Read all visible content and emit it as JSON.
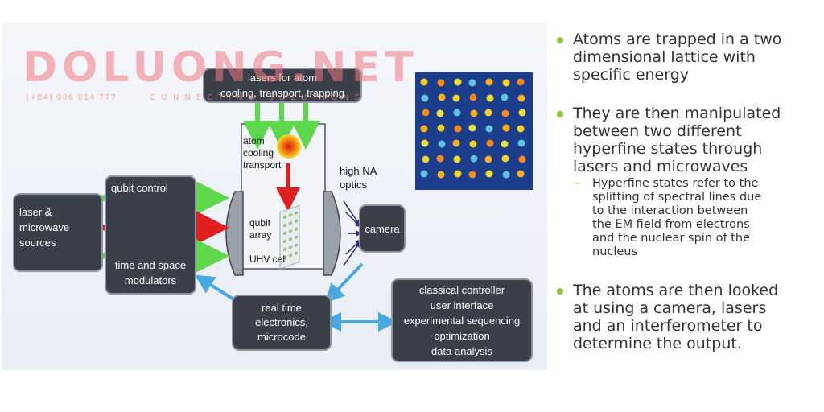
{
  "watermark": {
    "title": "DOLUONG.NET",
    "phone": "(+84) 906 814 777",
    "tagline": "CONNECTING SOLUTIONS"
  },
  "diagram": {
    "lasers_box": [
      "lasers for atom",
      "cooling, transport, trapping"
    ],
    "sources_box": [
      "laser &",
      "microwave",
      "sources"
    ],
    "qubit_control": "qubit control",
    "modulators": [
      "time and space",
      "modulators"
    ],
    "cell_label_top": [
      "atom",
      "cooling",
      "transport"
    ],
    "qubit_array": [
      "qubit",
      "array"
    ],
    "uhv_cell": "UHV cell",
    "optics": [
      "high NA",
      "optics"
    ],
    "camera": "camera",
    "electronics": [
      "real time",
      "electronics,",
      "microcode"
    ],
    "controller": [
      "classical controller",
      "user interface",
      "experimental sequencing",
      "optimization",
      "data analysis"
    ]
  },
  "bullets": [
    {
      "lines": [
        "Atoms are trapped in a two",
        "dimensional lattice with",
        "specific energy"
      ]
    },
    {
      "lines": [
        "They are then manipulated",
        "between two different",
        "hyperfine states through",
        "lasers and microwaves"
      ],
      "sub": [
        "Hyperfine states refer to the",
        "splitting of spectral lines due",
        "to the interaction between",
        "the EM field from electrons",
        "and the nuclear spin of the",
        "nucleus"
      ]
    },
    {
      "lines": [
        "The atoms are then looked",
        "at using a camera, lasers",
        "and an interferometer to",
        "determine the output."
      ]
    }
  ],
  "colors": {
    "box_fill": "#3a3f4a",
    "green_beam": "#5ed84a",
    "red_beam": "#e02020",
    "blue_arrow": "#4aa8e0",
    "bullet": "#8cc63f"
  }
}
